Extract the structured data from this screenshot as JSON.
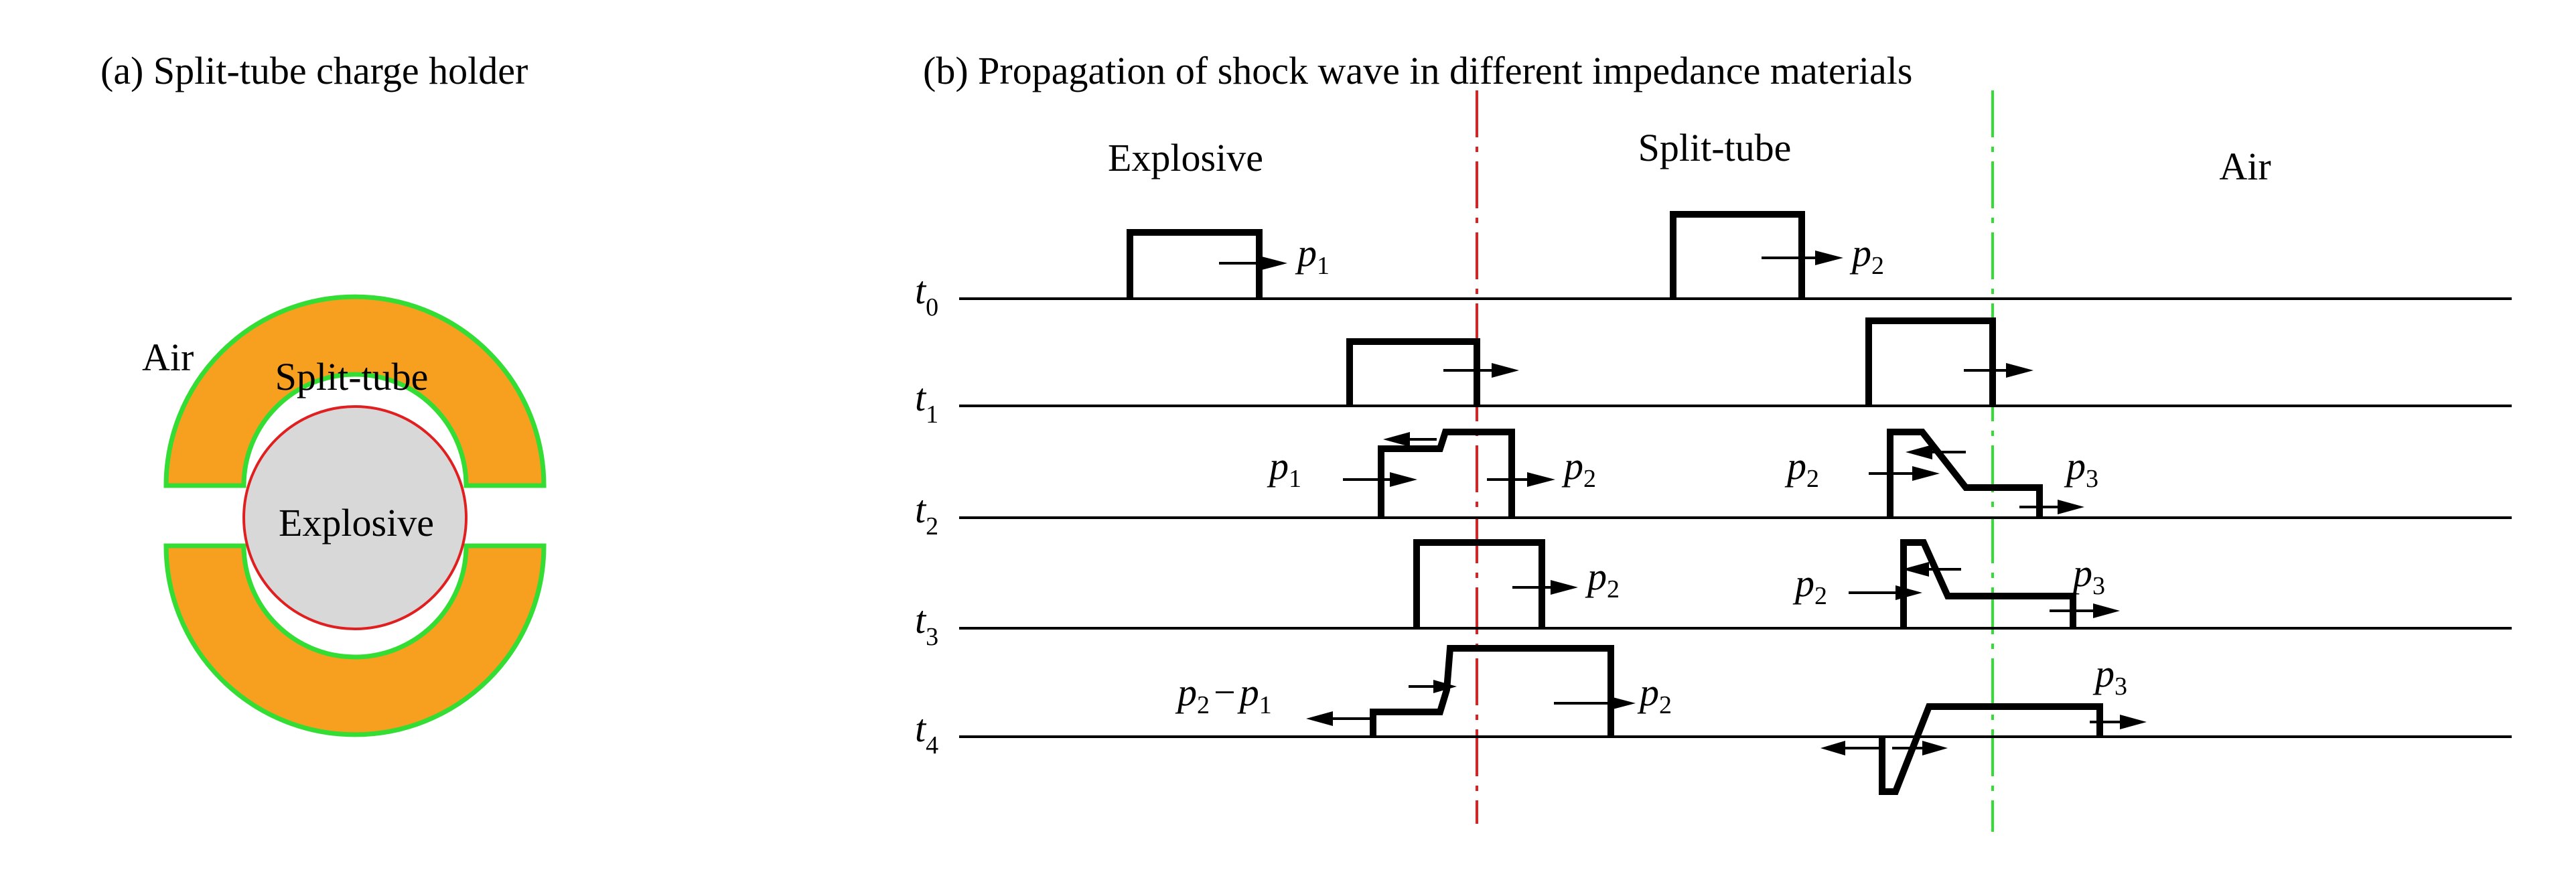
{
  "panel_a": {
    "title": "(a) Split-tube charge holder",
    "air_label": "Air",
    "tube_label": "Split-tube",
    "core_label": "Explosive"
  },
  "panel_b": {
    "title": "(b) Propagation of shock wave in different impedance materials",
    "region_explosive": "Explosive",
    "region_tube": "Split-tube",
    "region_air": "Air",
    "time_symbol": "t",
    "time_subs": [
      "0",
      "1",
      "2",
      "3",
      "4"
    ],
    "pressure_symbol": "p",
    "p_subs": {
      "one": "1",
      "two": "2",
      "three": "3"
    },
    "minus": "−"
  },
  "colors": {
    "tube_fill": "#f7a01f",
    "tube_outline": "#33dd33",
    "core_fill": "#d8d8d8",
    "core_outline": "#e02020",
    "interface_1": "#e02020",
    "interface_2": "#33dd33",
    "ink": "#000000"
  }
}
